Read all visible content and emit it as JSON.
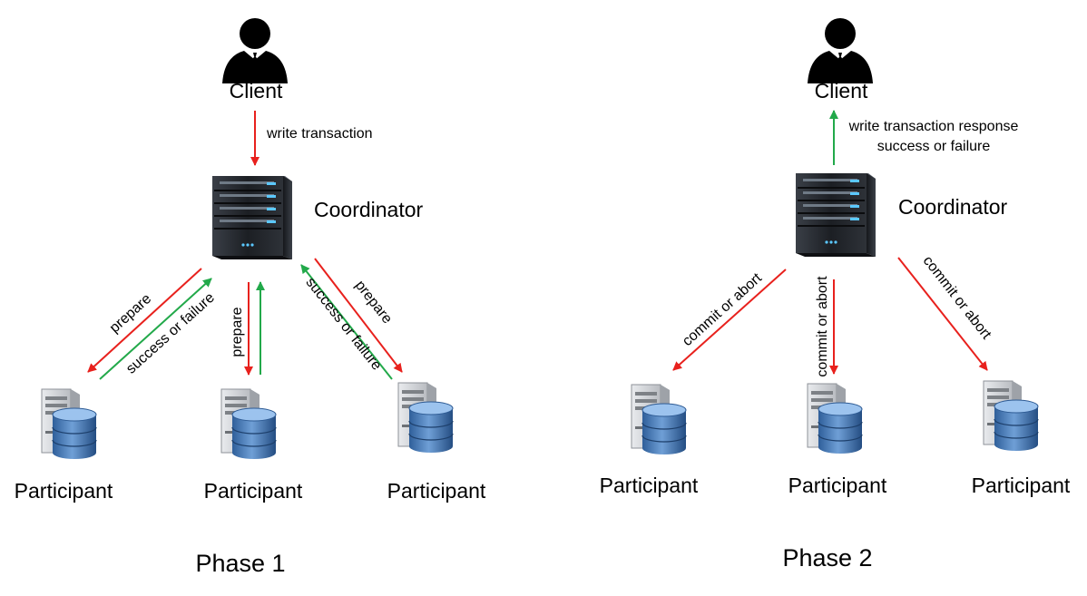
{
  "phases": [
    {
      "title": "Phase 1",
      "client_label": "Client",
      "client_edge_label_lines": [
        "write transaction"
      ],
      "coordinator_label": "Coordinator",
      "participants": [
        {
          "label": "Participant",
          "down_label": "prepare",
          "up_label": "success or failure"
        },
        {
          "label": "Participant",
          "down_label": "prepare",
          "up_label": ""
        },
        {
          "label": "Participant",
          "down_label": "prepare",
          "up_label": "success or failure"
        }
      ]
    },
    {
      "title": "Phase 2",
      "client_label": "Client",
      "client_edge_label_lines": [
        "write transaction response",
        "success or failure"
      ],
      "coordinator_label": "Coordinator",
      "participants": [
        {
          "label": "Participant",
          "down_label": "commit or abort"
        },
        {
          "label": "Participant",
          "down_label": "commit or abort"
        },
        {
          "label": "Participant",
          "down_label": "commit or abort"
        }
      ]
    }
  ],
  "colors": {
    "request_arrow": "#e8211d",
    "response_arrow": "#22a94a"
  },
  "icons": {
    "client": "person-icon",
    "coordinator": "server-rack-icon",
    "participant": "database-server-icon"
  }
}
